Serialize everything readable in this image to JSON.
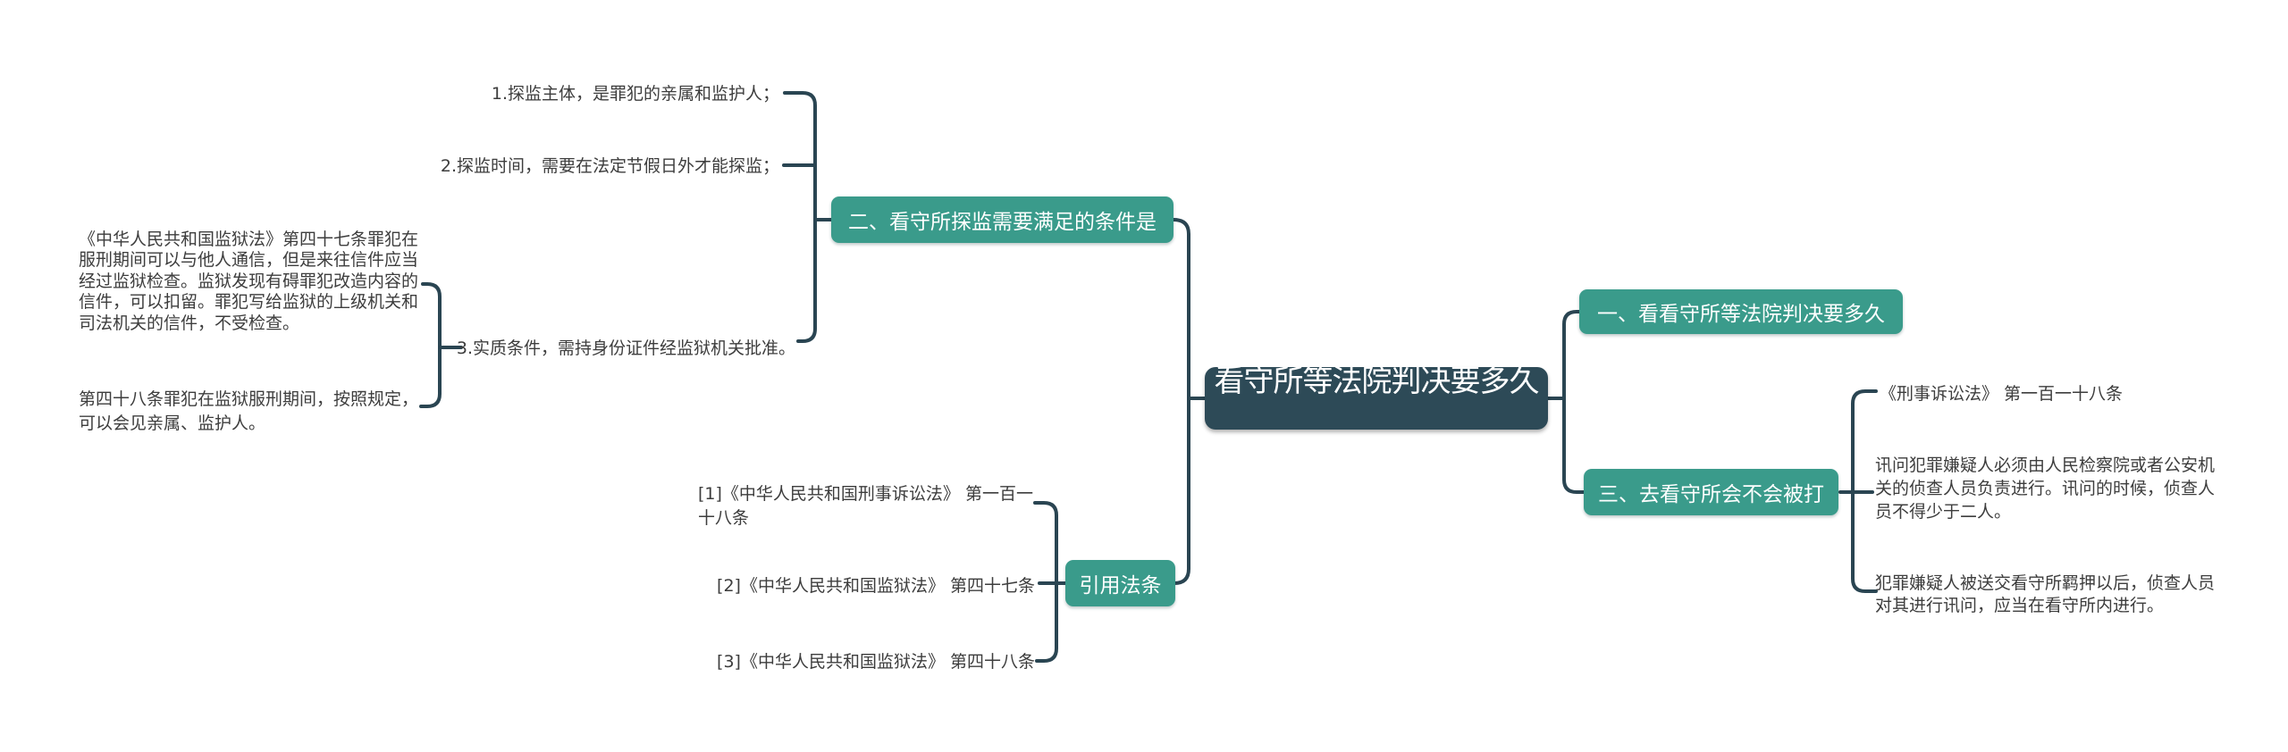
{
  "mindmap": {
    "colors": {
      "background": "#FFFFFF",
      "root_node_fill": "#2D4A57",
      "branch_node_fill": "#3A9B8B",
      "node_text": "#FFFFFF",
      "connector": "#2A4552",
      "leaf_text": "#3D3D3D"
    },
    "root": {
      "label": "看守所等法院判决要多久"
    },
    "branches": [
      {
        "label": "一、看看守所等法院判决要多久",
        "children": []
      },
      {
        "label": "二、看守所探监需要满足的条件是",
        "children": [
          {
            "label": "1.探监主体，是罪犯的亲属和监护人；"
          },
          {
            "label": "2.探监时间，需要在法定节假日外才能探监；"
          },
          {
            "label": "3.实质条件，需持身份证件经监狱机关批准。",
            "children": [
              {
                "label": "《中华人民共和国监狱法》第四十七条罪犯在服刑期间可以与他人通信，但是来往信件应当经过监狱检查。监狱发现有碍罪犯改造内容的信件，可以扣留。罪犯写给监狱的上级机关和司法机关的信件，不受检查。"
              },
              {
                "label": "第四十八条罪犯在监狱服刑期间，按照规定，可以会见亲属、监护人。"
              }
            ]
          }
        ]
      },
      {
        "label": "三、去看守所会不会被打",
        "children": [
          {
            "label": "《刑事诉讼法》 第一百一十八条"
          },
          {
            "label": "讯问犯罪嫌疑人必须由人民检察院或者公安机关的侦查人员负责进行。讯问的时候，侦查人员不得少于二人。"
          },
          {
            "label": "犯罪嫌疑人被送交看守所羁押以后，侦查人员对其进行讯问，应当在看守所内进行。"
          }
        ]
      },
      {
        "label": "引用法条",
        "children": [
          {
            "label": "[1]《中华人民共和国刑事诉讼法》 第一百一十八条"
          },
          {
            "label": "[2]《中华人民共和国监狱法》 第四十七条"
          },
          {
            "label": "[3]《中华人民共和国监狱法》 第四十八条"
          }
        ]
      }
    ]
  }
}
